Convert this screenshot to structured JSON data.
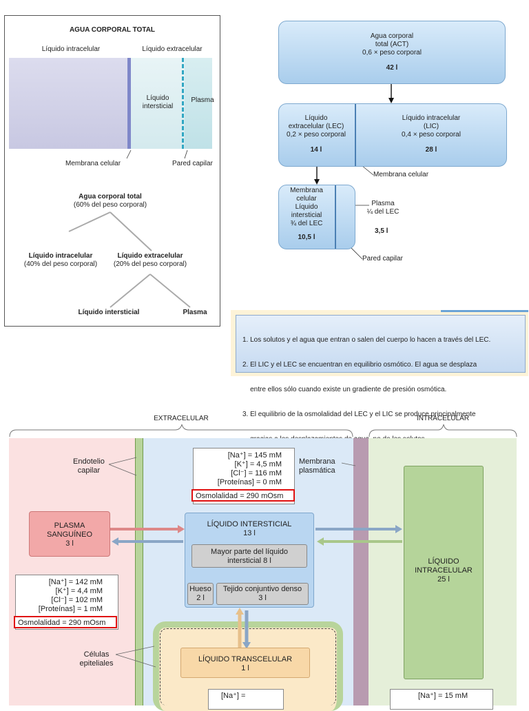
{
  "panel1": {
    "title": "AGUA CORPORAL TOTAL",
    "col_intra": "Líquido intracelular",
    "col_extra": "Líquido extracelular",
    "interstitial_l1": "Líquido",
    "interstitial_l2": "intersticial",
    "plasma": "Plasma",
    "membrane": "Membrana celular",
    "capillary": "Pared capilar",
    "tree_total": "Agua corporal total",
    "tree_total_sub": "(60% del peso corporal)",
    "tree_intra": "Líquido intracelular",
    "tree_intra_sub": "(40% del peso corporal)",
    "tree_extra": "Líquido extracelular",
    "tree_extra_sub": "(20% del peso corporal)",
    "tree_inter": "Líquido intersticial",
    "tree_plasma": "Plasma"
  },
  "panel2": {
    "act_l1": "Agua corporal",
    "act_l2": "total (ACT)",
    "act_l3": "0,6 × peso corporal",
    "act_vol": "42 l",
    "lec_l1": "Líquido",
    "lec_l2": "extracelular (LEC)",
    "lec_l3": "0,2 × peso corporal",
    "lec_vol": "14 l",
    "lic_l1": "Líquido intracelular",
    "lic_l2": "(LIC)",
    "lic_l3": "0,4 × peso corporal",
    "lic_vol": "28 l",
    "membrane": "Membrana celular",
    "int_l1": "Membrana",
    "int_l2": "celular",
    "int_l3": "Líquido",
    "int_l4": "intersticial",
    "int_l5": "¾ del LEC",
    "int_vol": "10,5 l",
    "plasma_l1": "Plasma",
    "plasma_l2": "¼ del LEC",
    "plasma_vol": "3,5 l",
    "capillary": "Pared capilar"
  },
  "panel3": {
    "items": [
      "1. Los solutos y el agua que entran o salen del cuerpo lo hacen a través del LEC.",
      "2. El LIC y el LEC se encuentran en equilibrio osmótico. El agua se desplaza",
      "    entre ellos sólo cuando existe un gradiente de presión osmótica.",
      "3. El equilibrio de la osmolalidad del LEC y el LIC se produce principalmente",
      "    gracias a los desplazamientos de agua, no de los solutos."
    ]
  },
  "panel4": {
    "extracelular": "EXTRACELULAR",
    "intracelular": "INTRACELULAR",
    "endotelio_l1": "Endotelio",
    "endotelio_l2": "capilar",
    "membrana_l1": "Membrana",
    "membrana_l2": "plasmática",
    "inter_comp": [
      "[Na⁺] = 145 mM",
      "[K⁺] = 4,5 mM",
      "[Cl⁻] = 116 mM",
      "[Proteínas] = 0 mM"
    ],
    "inter_osm": "Osmolalidad = 290 mOsm",
    "plasma_comp": [
      "[Na⁺] = 142 mM",
      "[K⁺] = 4,4 mM",
      "[Cl⁻] = 102 mM",
      "[Proteínas] = 1 mM"
    ],
    "plasma_osm": "Osmolalidad = 290 mOsm",
    "plasma_l1": "PLASMA",
    "plasma_l2": "SANGUÍNEO",
    "plasma_vol": "3 l",
    "li_title": "LÍQUIDO INTERSTICIAL",
    "li_vol": "13 l",
    "mayor_l1": "Mayor parte del líquido",
    "mayor_l2": "intersticial 8 l",
    "hueso": "Hueso",
    "hueso_vol": "2 l",
    "tejido": "Tejido conjuntivo denso",
    "tejido_vol": "3 l",
    "lic_l1": "LÍQUIDO",
    "lic_l2": "INTRACELULAR",
    "lic_vol": "25 l",
    "celulas_l1": "Células",
    "celulas_l2": "epiteliales",
    "trans_title": "LÍQUIDO TRANSCELULAR",
    "trans_vol": "1 l",
    "trans_comp": "[Na⁺] =",
    "intra_comp": "[Na⁺] = 15 mM"
  },
  "colors": {
    "red_highlight": "#e01010",
    "plasma_box": "#f2a8a8",
    "interstitial_box": "#b9d6f1",
    "intracellular_box": "#b5d49a",
    "transcellular_box": "#f8d8a8"
  }
}
